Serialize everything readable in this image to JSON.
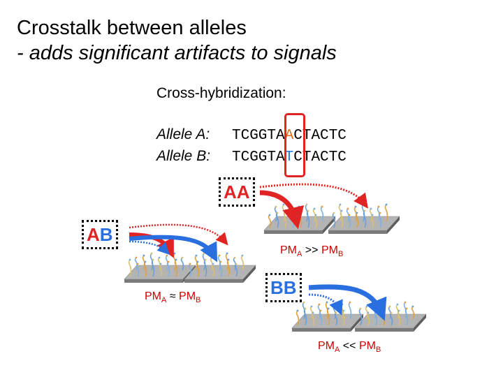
{
  "title": {
    "line1": "Crosstalk between alleles",
    "line2": "- adds significant artifacts to signals"
  },
  "cross_hyb_label": "Cross-hybridization:",
  "alleles": [
    {
      "label": "Allele A:",
      "seq_pre": "TCGGTA",
      "snp": "A",
      "seq_post": "CTACTC"
    },
    {
      "label": "Allele B:",
      "seq_pre": "TCGGTA",
      "snp": "T",
      "seq_post": "CTACTC"
    }
  ],
  "genotypes": {
    "aa": {
      "label": "AA"
    },
    "ab": {
      "letter1": "A",
      "letter2": "B"
    },
    "bb": {
      "label": "BB"
    }
  },
  "pm_relations": {
    "aa": {
      "pm": "PM",
      "a": "A",
      "op": ">>",
      "b": "B"
    },
    "ab": {
      "pm": "PM",
      "a": "A",
      "op": "≈",
      "b": "B"
    },
    "bb": {
      "pm": "PM",
      "a": "A",
      "op": "<<",
      "b": "B"
    }
  },
  "colors": {
    "allele_a": "#e02424",
    "allele_b": "#2a6fe0",
    "snp_a_text": "#e0701c",
    "snp_b_text": "#2a78d8",
    "pm_text": "#cc0000",
    "chip_surface": "#b4b4b4"
  }
}
